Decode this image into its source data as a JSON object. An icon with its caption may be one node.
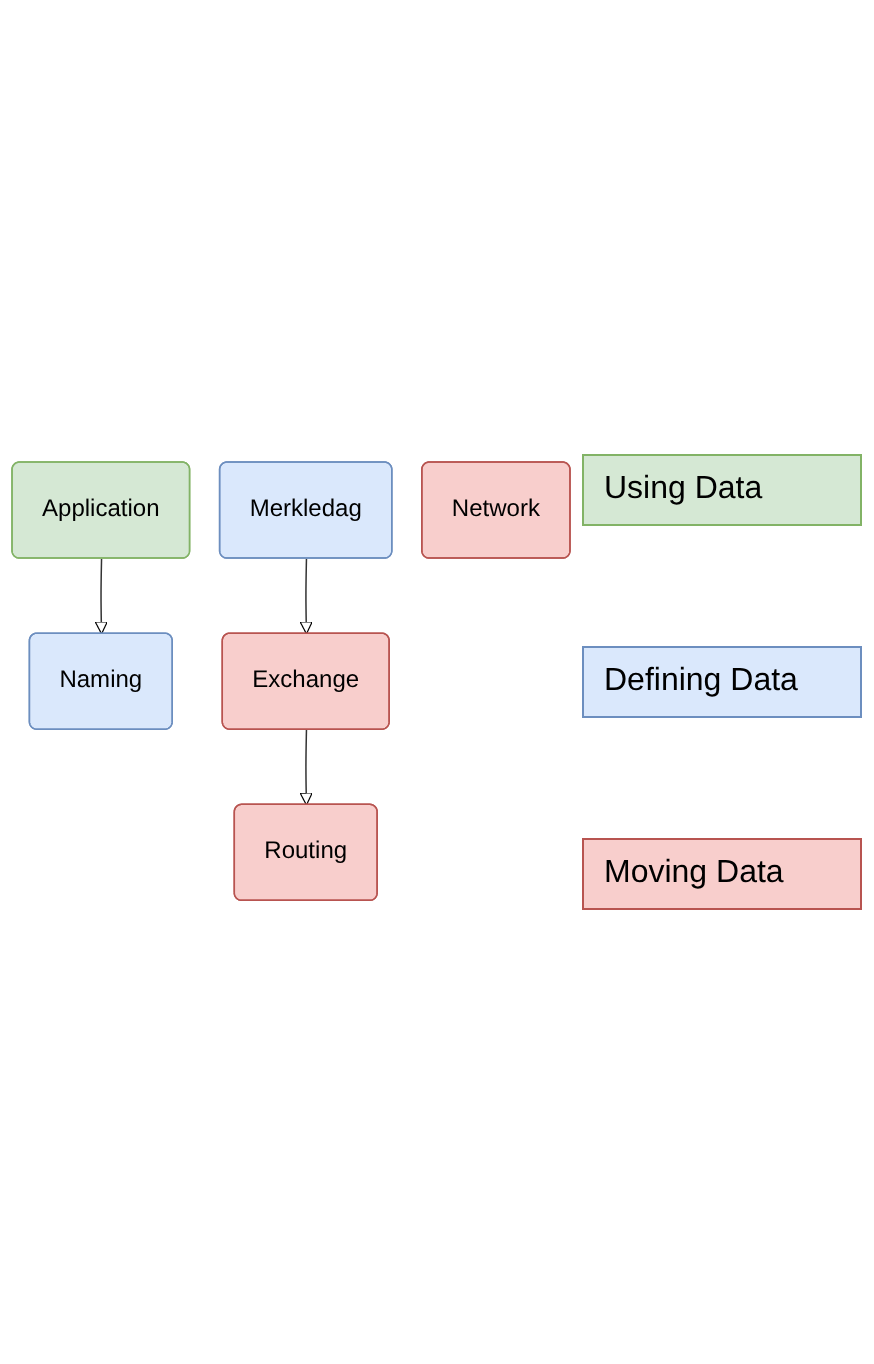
{
  "diagram": {
    "nodes": [
      {
        "text": [
          "Application"
        ]
      },
      {
        "text": [
          "Naming"
        ]
      },
      {
        "text": [
          "Merkledag"
        ]
      },
      {
        "text": [
          "Exchange"
        ]
      },
      {
        "text": [
          "Routing"
        ]
      },
      {
        "text": [
          "Network"
        ]
      }
    ],
    "edges": [
      {
        "from": 0,
        "to": 1,
        "arrow": "to"
      },
      {
        "from": 2,
        "to": 3,
        "arrow": "to"
      },
      {
        "from": 3,
        "to": 4,
        "arrow": "to"
      }
    ],
    "legend": [
      {
        "text": "Using Data",
        "color": "#d5e8d4"
      },
      {
        "text": "Defining Data",
        "color": "#dae8fc"
      },
      {
        "text": "Moving Data",
        "color": "#f8cecc"
      }
    ]
  }
}
